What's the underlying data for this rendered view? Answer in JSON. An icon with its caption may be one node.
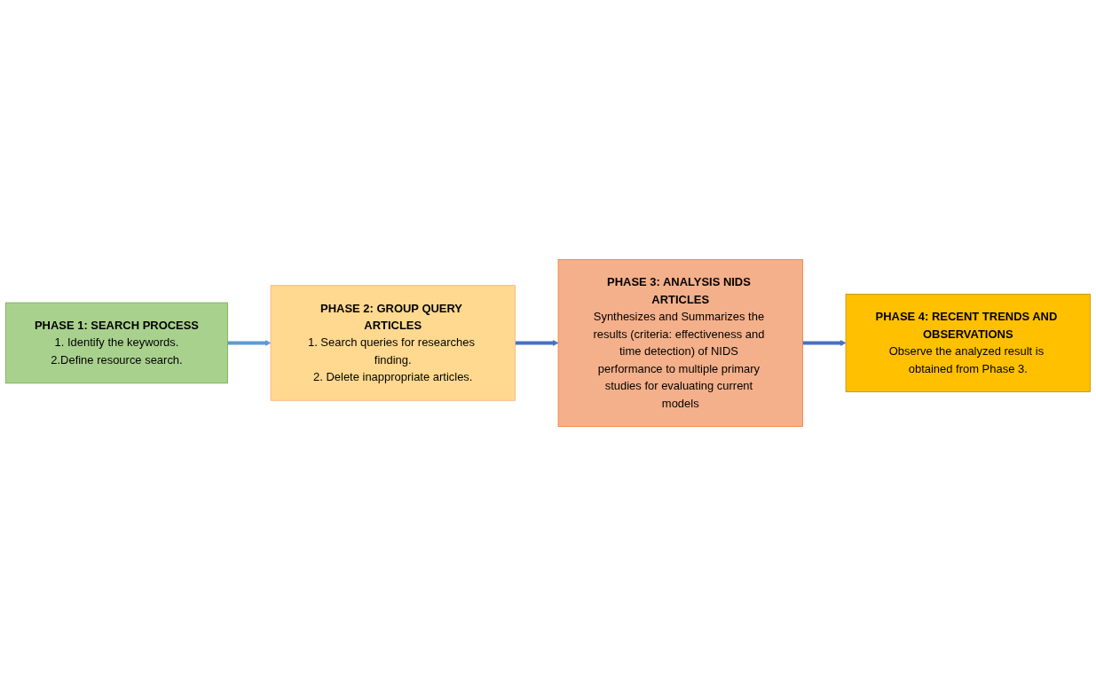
{
  "diagram": {
    "nodes": [
      {
        "text": [
          "PHASE 1: SEARCH PROCESS",
          "1. Identify the keywords.",
          "2.Define resource search."
        ]
      },
      {
        "text": [
          "PHASE 2: GROUP QUERY ARTICLES",
          "1. Search queries for researches finding.",
          "2. Delete inappropriate articles."
        ]
      },
      {
        "text": [
          "PHASE 3: ANALYSIS NIDS ARTICLES",
          "Synthesizes and Summarizes the results (criteria: effectiveness and time detection) of NIDS performance to multiple primary studies for evaluating current models"
        ]
      },
      {
        "text": [
          "PHASE 4: RECENT TRENDS AND OBSERVATIONS",
          "Observe the analyzed result is obtained from Phase 3."
        ]
      }
    ],
    "edges": [
      {
        "from": 0,
        "to": 1,
        "arrow": "to",
        "color": "#5b9bd5"
      },
      {
        "from": 1,
        "to": 2,
        "arrow": "to"
      },
      {
        "from": 2,
        "to": 3,
        "arrow": "to"
      }
    ]
  }
}
